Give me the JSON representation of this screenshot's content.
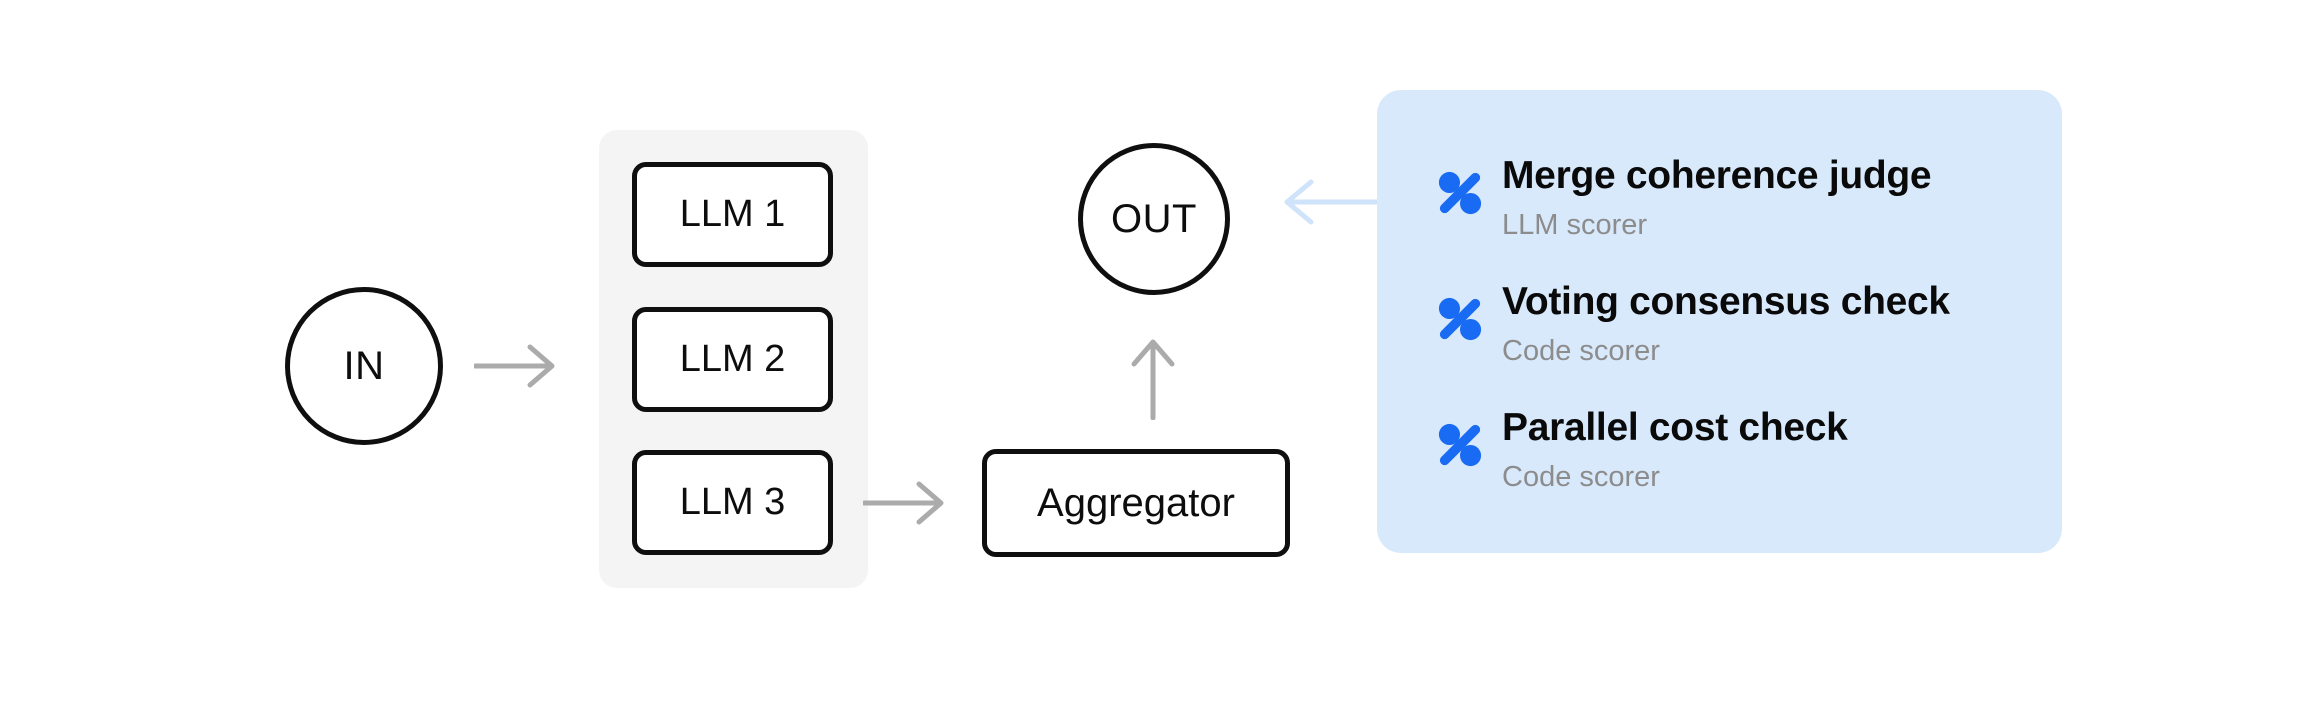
{
  "diagram": {
    "nodes": {
      "in": {
        "label": "IN"
      },
      "llm1": {
        "label": "LLM 1"
      },
      "llm2": {
        "label": "LLM 2"
      },
      "llm3": {
        "label": "LLM 3"
      },
      "aggregator": {
        "label": "Aggregator"
      },
      "out": {
        "label": "OUT"
      }
    },
    "edges": [
      {
        "from": "in",
        "to": "llm-group",
        "color": "#ababab"
      },
      {
        "from": "llm3",
        "to": "aggregator",
        "color": "#ababab"
      },
      {
        "from": "aggregator",
        "to": "out",
        "color": "#ababab"
      },
      {
        "from": "scorers-panel",
        "to": "out",
        "color": "#cfe3fa"
      }
    ],
    "scorers_panel": {
      "items": [
        {
          "icon": "percent-icon",
          "title": "Merge coherence judge",
          "subtitle": "LLM scorer"
        },
        {
          "icon": "percent-icon",
          "title": "Voting consensus check",
          "subtitle": "Code scorer"
        },
        {
          "icon": "percent-icon",
          "title": "Parallel cost check",
          "subtitle": "Code scorer"
        }
      ]
    },
    "colors": {
      "accent_blue": "#186bf2",
      "panel_bg": "#d9e9fc",
      "panel_arrow_blue": "#cfe3fa",
      "arrow_gray": "#ababab",
      "group_bg": "#f4f4f5",
      "node_border": "#0f0f0f",
      "title_text": "#0a0a0a",
      "subtitle_gray": "#8c8c8c"
    }
  }
}
